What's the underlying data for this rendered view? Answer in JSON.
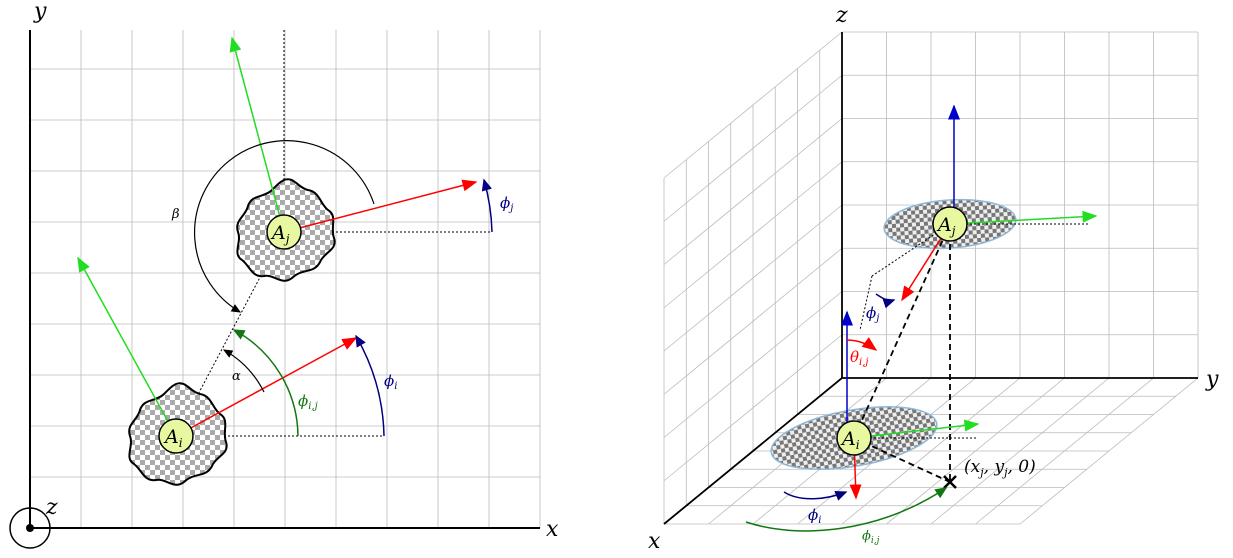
{
  "left_diagram": {
    "axis_x": "x",
    "axis_y": "y",
    "axis_z": "z",
    "agent_i": "A",
    "agent_i_sub": "i",
    "agent_j": "A",
    "agent_j_sub": "j",
    "phi_i": "ϕ",
    "phi_i_sub": "i",
    "phi_j": "ϕ",
    "phi_j_sub": "j",
    "phi_ij": "ϕ",
    "phi_ij_sub": "i,j",
    "alpha": "α",
    "beta": "β"
  },
  "right_diagram": {
    "axis_x": "x",
    "axis_y": "y",
    "axis_z": "z",
    "agent_i": "A",
    "agent_i_sub": "i",
    "agent_j": "A",
    "agent_j_sub": "j",
    "phi_i": "ϕ",
    "phi_i_sub": "i",
    "phi_j": "ϕ",
    "phi_j_sub": "j",
    "phi_ij": "ϕ",
    "phi_ij_sub": "i,j",
    "theta_ij": "θ",
    "theta_ij_sub": "i,j",
    "projection_point": "(x",
    "projection_point_sub": "j",
    "projection_point_mid": ", y",
    "projection_point_sub2": "j",
    "projection_point_end": ", 0)"
  },
  "colors": {
    "red": "#ff0000",
    "green": "#22dd22",
    "blue": "#0000cc",
    "navy": "#000080",
    "dark_green": "#117711",
    "agent_fill": "#e8f8a0",
    "grid": "#bbbbbb",
    "ellipse": "#8fb8d8"
  }
}
